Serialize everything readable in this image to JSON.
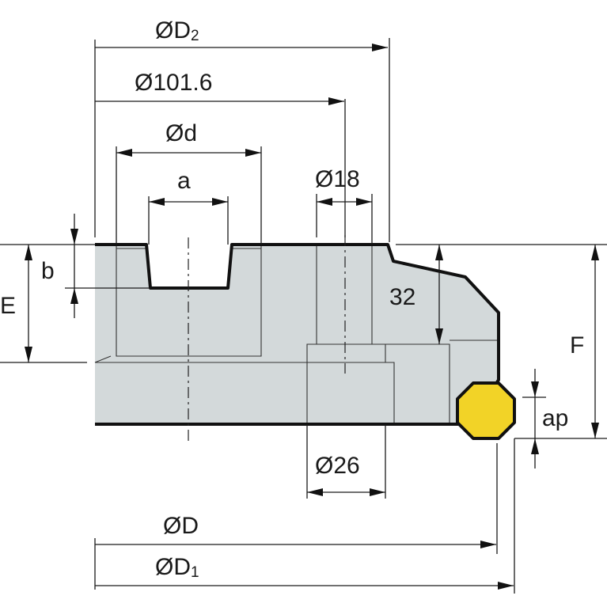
{
  "colors": {
    "body_fill": "#d3d9da",
    "outline": "#111111",
    "insert_fill": "#f2d327"
  },
  "labels": {
    "d2_symbol": "ØD",
    "d2_sub": "2",
    "d101": "Ø101.6",
    "d_small": "Ød",
    "a": "a",
    "d18": "Ø18",
    "b": "b",
    "e": "E",
    "f": "F",
    "dim32": "32",
    "ap": "ap",
    "d26": "Ø26",
    "d_main": "ØD",
    "d1_symbol": "ØD",
    "d1_sub": "1"
  },
  "icons": {
    "arrow": "arrowhead-icon",
    "insert": "octagon-insert-icon"
  }
}
